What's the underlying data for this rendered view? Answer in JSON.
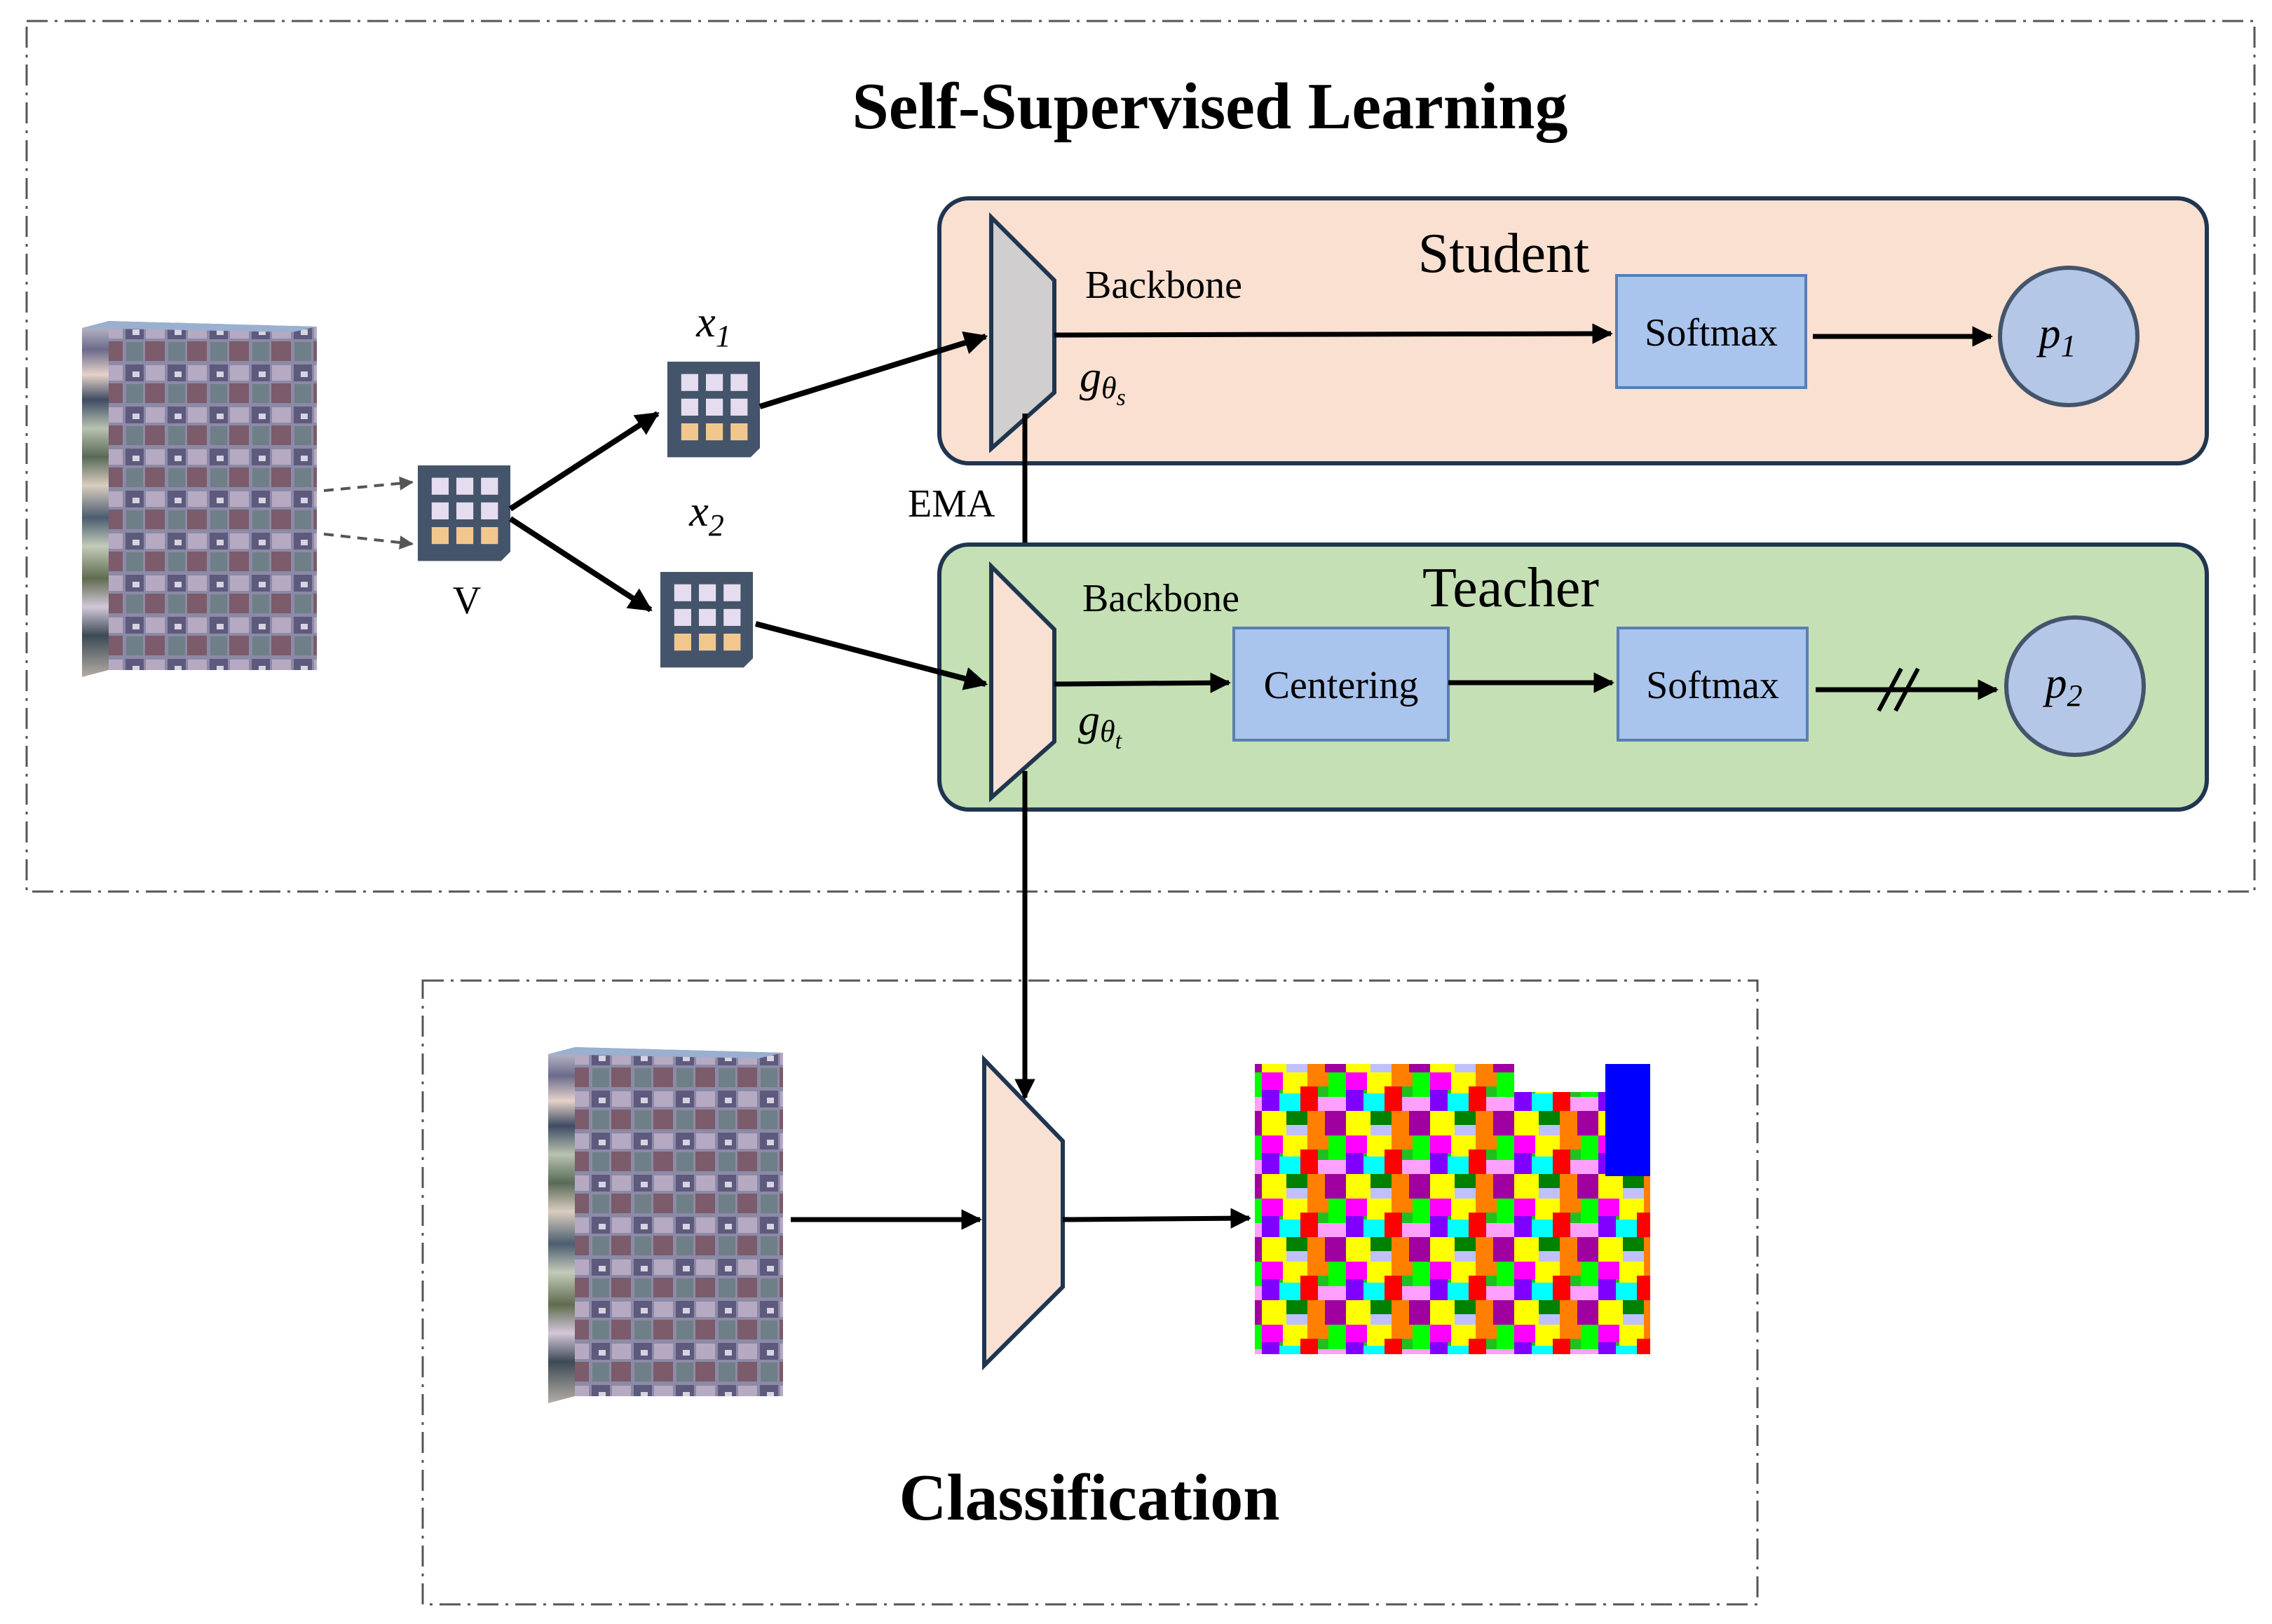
{
  "ssl": {
    "title": "Self-Supervised Learning"
  },
  "student": {
    "title": "Student",
    "backbone": "Backbone",
    "func": "g",
    "func_sub": "θ",
    "func_subsub": "s",
    "softmax": "Softmax",
    "output": "p",
    "output_sub": "1"
  },
  "teacher": {
    "title": "Teacher",
    "backbone": "Backbone",
    "func": "g",
    "func_sub": "θ",
    "func_subsub": "t",
    "centering": "Centering",
    "softmax": "Softmax",
    "output": "p",
    "output_sub": "2"
  },
  "views": {
    "x1": "x",
    "x1_sub": "1",
    "x2": "x",
    "x2_sub": "2",
    "v": "V"
  },
  "ema": "EMA",
  "classification": {
    "title": "Classification"
  },
  "colors": {
    "student_fill": "#f9e0d1",
    "teacher_fill": "#c5e0b4",
    "box_stroke": "#1f3550",
    "op_fill": "#a9c4ed",
    "op_stroke": "#5a7fb0",
    "circle_fill": "#b4c7e7",
    "trap_student": "#d0cece",
    "trap_teacher": "#f8e1d3",
    "patch": "#44546a"
  }
}
